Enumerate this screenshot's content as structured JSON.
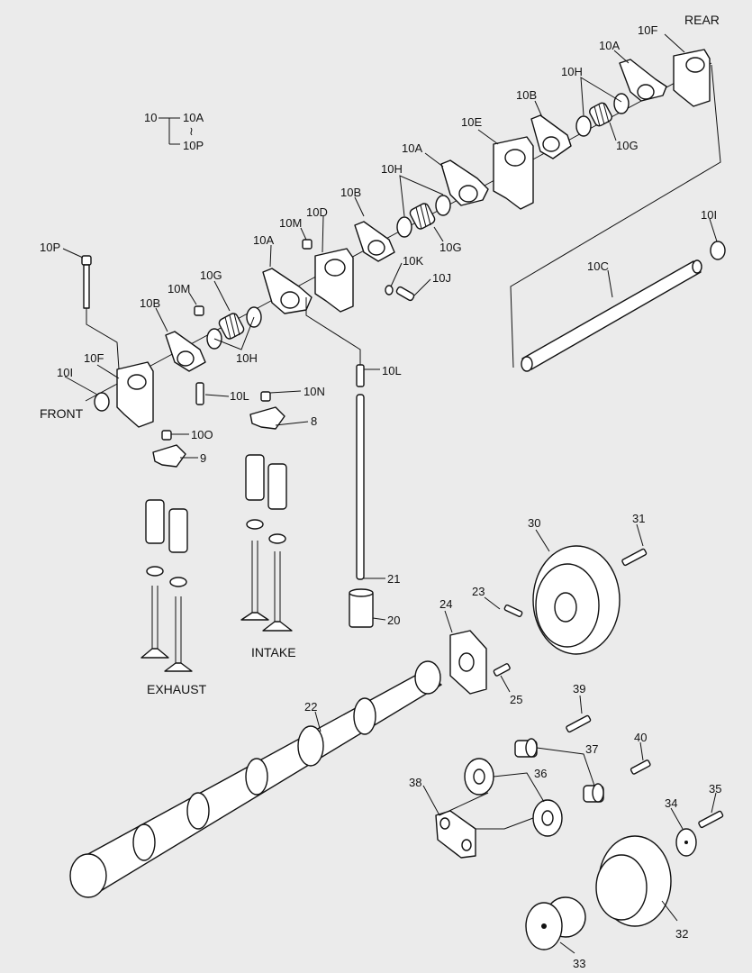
{
  "captions": {
    "rear": "REAR",
    "front": "FRONT",
    "intake": "INTAKE",
    "exhaust": "EXHAUST"
  },
  "legend": {
    "main": "10",
    "from": "10A",
    "tilde": "≀",
    "to": "10P"
  },
  "labels": {
    "l10F_top": "10F",
    "l10A_top": "10A",
    "l10H_top": "10H",
    "l10B_upper": "10B",
    "l10E": "10E",
    "l10G_upper": "10G",
    "l10A_mid": "10A",
    "l10H_mid": "10H",
    "l10G_mid": "10G",
    "l10B_mid": "10B",
    "l10M_mid": "10M",
    "l10D": "10D",
    "l10A_left": "10A",
    "l10K": "10K",
    "l10J": "10J",
    "l10I_right": "10I",
    "l10C": "10C",
    "l10P": "10P",
    "l10B_left": "10B",
    "l10M_left": "10M",
    "l10G_left": "10G",
    "l10H_left": "10H",
    "l10F_left": "10F",
    "l10I_left": "10I",
    "l10L_left": "10L",
    "l10N": "10N",
    "l10L_right": "10L",
    "l8": "8",
    "l10O": "10O",
    "l9": "9",
    "l21": "21",
    "l20": "20",
    "l30": "30",
    "l31": "31",
    "l23": "23",
    "l24": "24",
    "l25": "25",
    "l22": "22",
    "l39": "39",
    "l37": "37",
    "l40": "40",
    "l36": "36",
    "l38": "38",
    "l35": "35",
    "l34": "34",
    "l32": "32",
    "l33": "33"
  }
}
